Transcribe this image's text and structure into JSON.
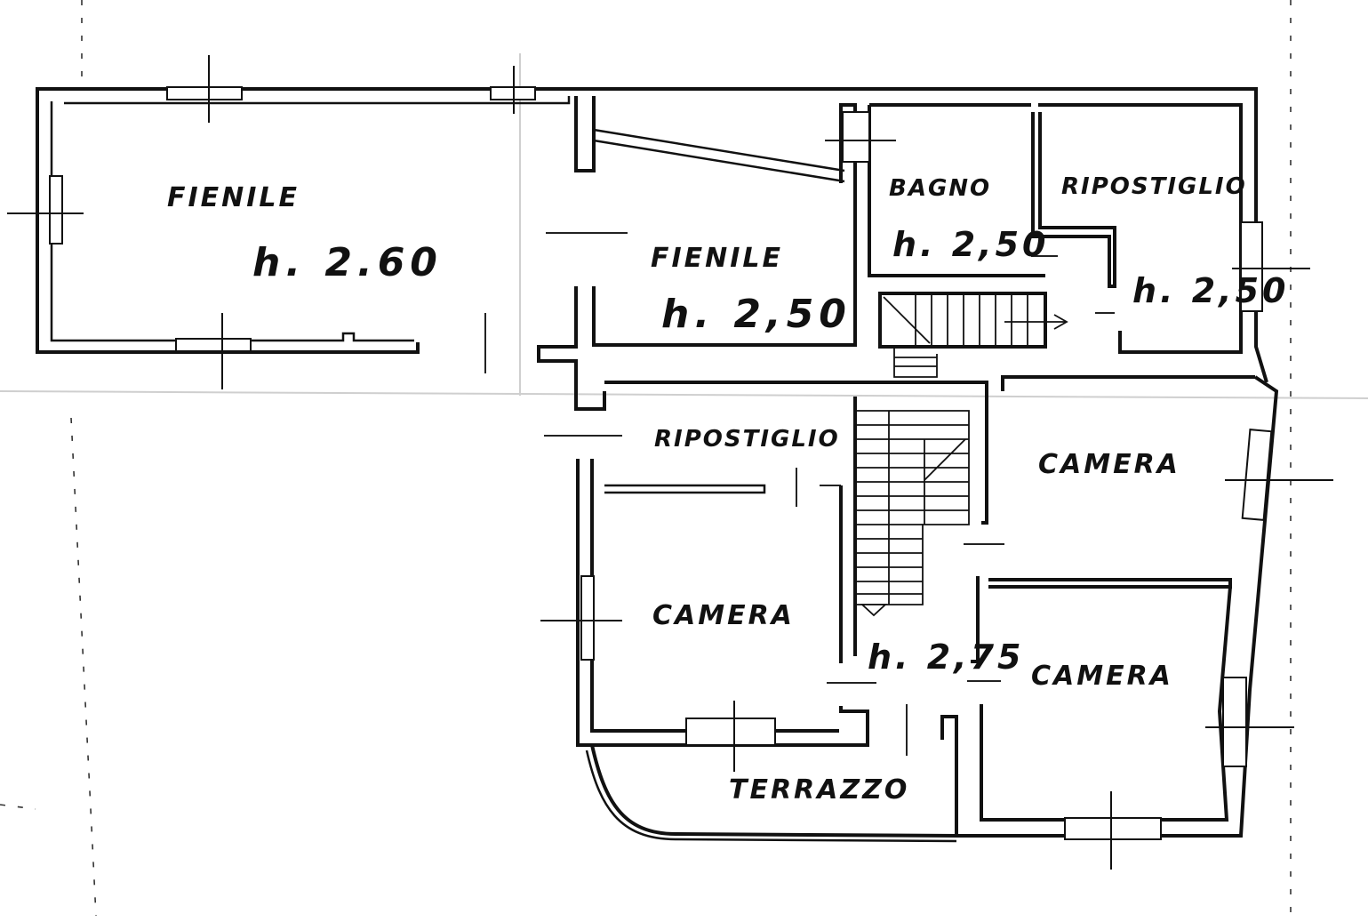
{
  "plan": {
    "rooms": [
      {
        "id": "fienile-left",
        "label": "FIENILE",
        "height": "h. 2.60"
      },
      {
        "id": "fienile-center",
        "label": "FIENILE",
        "height": "h. 2,50"
      },
      {
        "id": "bagno",
        "label": "BAGNO",
        "height": "h. 2,50"
      },
      {
        "id": "ripostiglio-upper",
        "label": "RIPOSTIGLIO",
        "height": "h. 2,50"
      },
      {
        "id": "ripostiglio-lower",
        "label": "RIPOSTIGLIO"
      },
      {
        "id": "camera-right-upper",
        "label": "CAMERA"
      },
      {
        "id": "camera-left",
        "label": "CAMERA"
      },
      {
        "id": "stair-hall",
        "height": "h. 2,75"
      },
      {
        "id": "camera-right-lower",
        "label": "CAMERA"
      },
      {
        "id": "terrazzo",
        "label": "TERRAZZO"
      }
    ]
  }
}
